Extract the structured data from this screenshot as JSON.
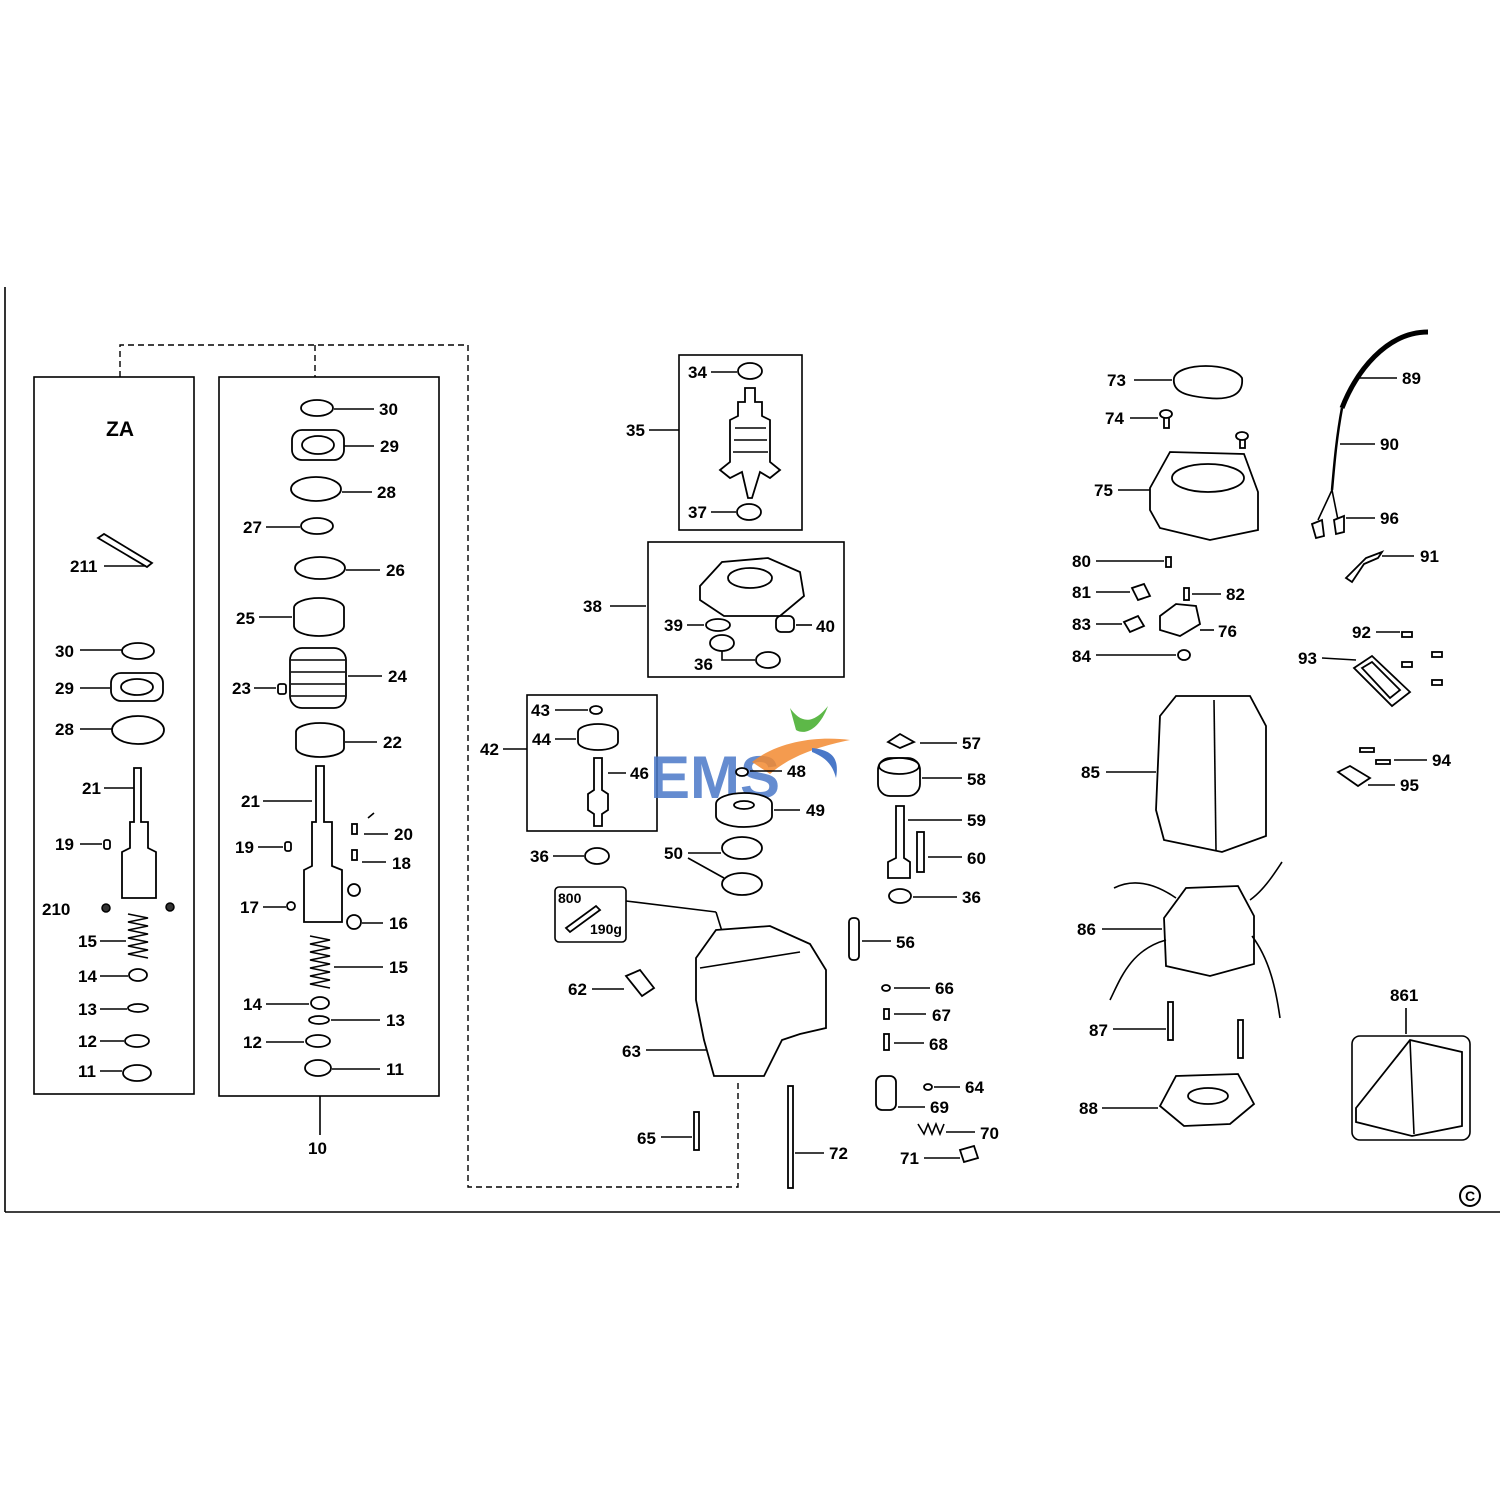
{
  "kit_label": "ZA",
  "kit_box_label": "800",
  "kit_box_weight": "190g",
  "logo_text": "EMS",
  "copyright_symbol": "C",
  "colors": {
    "logo_blue": "#4a78c8",
    "logo_orange": "#f28a30",
    "logo_green": "#5db848",
    "line": "#000000"
  },
  "callouts": {
    "za_211": "211",
    "za_30": "30",
    "za_29": "29",
    "za_28": "28",
    "za_21": "21",
    "za_19": "19",
    "za_210": "210",
    "za_15": "15",
    "za_14": "14",
    "za_13": "13",
    "za_12": "12",
    "za_11": "11",
    "c10_30": "30",
    "c10_29": "29",
    "c10_28": "28",
    "c10_27": "27",
    "c10_26": "26",
    "c10_25": "25",
    "c10_24": "24",
    "c10_23": "23",
    "c10_22": "22",
    "c10_21": "21",
    "c10_20": "20",
    "c10_19": "19",
    "c10_18": "18",
    "c10_17": "17",
    "c10_16": "16",
    "c10_15": "15",
    "c10_14": "14",
    "c10_13": "13",
    "c10_12": "12",
    "c10_11": "11",
    "c10_10": "10",
    "p34": "34",
    "p35": "35",
    "p37": "37",
    "p38": "38",
    "p39": "39",
    "p40": "40",
    "p36a": "36",
    "p42": "42",
    "p43": "43",
    "p44": "44",
    "p46": "46",
    "p48": "48",
    "p49": "49",
    "p36b": "36",
    "p50": "50",
    "p62": "62",
    "p63": "63",
    "p65": "65",
    "p72": "72",
    "p57": "57",
    "p58": "58",
    "p59": "59",
    "p60": "60",
    "p36c": "36",
    "p56": "56",
    "p66": "66",
    "p67": "67",
    "p68": "68",
    "p64": "64",
    "p69": "69",
    "p70": "70",
    "p71": "71",
    "p73": "73",
    "p74": "74",
    "p75": "75",
    "p80": "80",
    "p81": "81",
    "p82": "82",
    "p83": "83",
    "p76": "76",
    "p84": "84",
    "p85": "85",
    "p86": "86",
    "p87": "87",
    "p88": "88",
    "p861": "861",
    "p89": "89",
    "p90": "90",
    "p96": "96",
    "p91": "91",
    "p92": "92",
    "p93": "93",
    "p94": "94",
    "p95": "95"
  }
}
